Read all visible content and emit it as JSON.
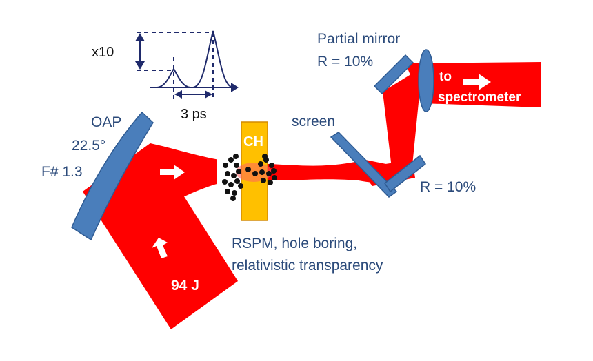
{
  "diagram": {
    "labels": {
      "oap": "OAP",
      "angle": "22.5°",
      "fnum": "F# 1.3",
      "energy": "94 J",
      "target": "CH",
      "process_line1": "RSPM, hole boring,",
      "process_line2": "relativistic transparency",
      "screen": "screen",
      "partial_mirror": "Partial mirror",
      "partial_r": "R = 10%",
      "mirror_r": "R = 10%",
      "to_line1": "to",
      "to_line2": "spectrometer",
      "inset_scale": "x10",
      "inset_delay": "3 ps"
    },
    "colors": {
      "beam": "#ff0000",
      "optic": "#4a7ebb",
      "optic_edge": "#2f5b93",
      "target": "#ffc000",
      "text": "#2b4a7a",
      "inset_lines": "#1f2a6b"
    }
  }
}
